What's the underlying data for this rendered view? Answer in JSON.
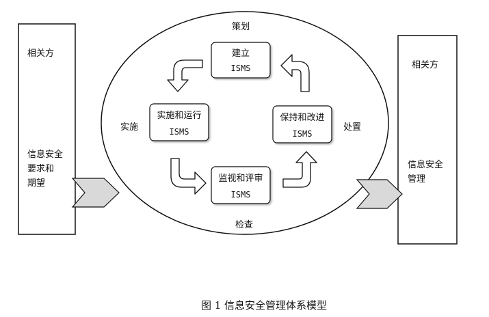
{
  "diagram": {
    "cycle_labels": {
      "top": "策划",
      "left": "实施",
      "right": "处置",
      "bottom": "检查"
    },
    "steps": {
      "establish": {
        "line1": "建立",
        "line2": "ISMS"
      },
      "implement": {
        "line1": "实施和运行",
        "line2": "ISMS"
      },
      "maintain": {
        "line1": "保持和改进",
        "line2": "ISMS"
      },
      "monitor": {
        "line1": "监视和评审",
        "line2": "ISMS"
      }
    },
    "left_party": {
      "title": "相关方",
      "body_lines": [
        "信息安全",
        "要求和",
        "期望"
      ]
    },
    "right_party": {
      "title": "相关方",
      "body_lines": [
        "信息安全",
        "管理"
      ]
    },
    "caption": "图 1  信息安全管理体系模型",
    "colors": {
      "stroke": "#111111",
      "arrow_fill": "#d9d9d9",
      "box_fill": "#ffffff"
    }
  }
}
